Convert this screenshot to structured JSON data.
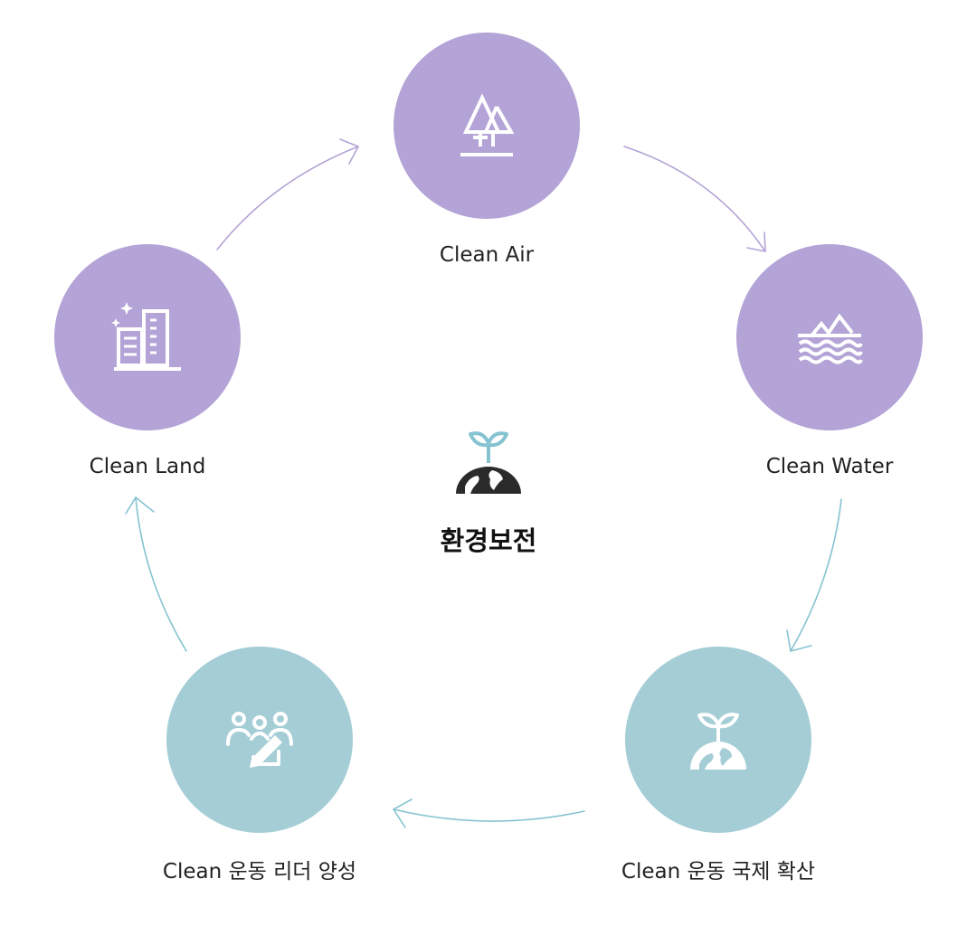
{
  "center": {
    "title": "환경보전",
    "icon": "sprout-globe-icon",
    "colors": {
      "sprout": "#86c3d1",
      "globe": "#2b2b2b"
    }
  },
  "nodes": [
    {
      "label": "Clean Air",
      "icon": "trees-icon",
      "color": "#b3a3d6"
    },
    {
      "label": "Clean Water",
      "icon": "mountain-water-icon",
      "color": "#b3a3d6"
    },
    {
      "label": "Clean 운동 국제 확산",
      "icon": "sprout-globe-icon",
      "color": "#a4cdd6"
    },
    {
      "label": "Clean 운동 리더 양성",
      "icon": "people-leader-icon",
      "color": "#a4cdd6"
    },
    {
      "label": "Clean Land",
      "icon": "buildings-icon",
      "color": "#b3a3d6"
    }
  ],
  "arrow_colors": {
    "purple": "#b3a3d6",
    "teal": "#86c3d1"
  }
}
